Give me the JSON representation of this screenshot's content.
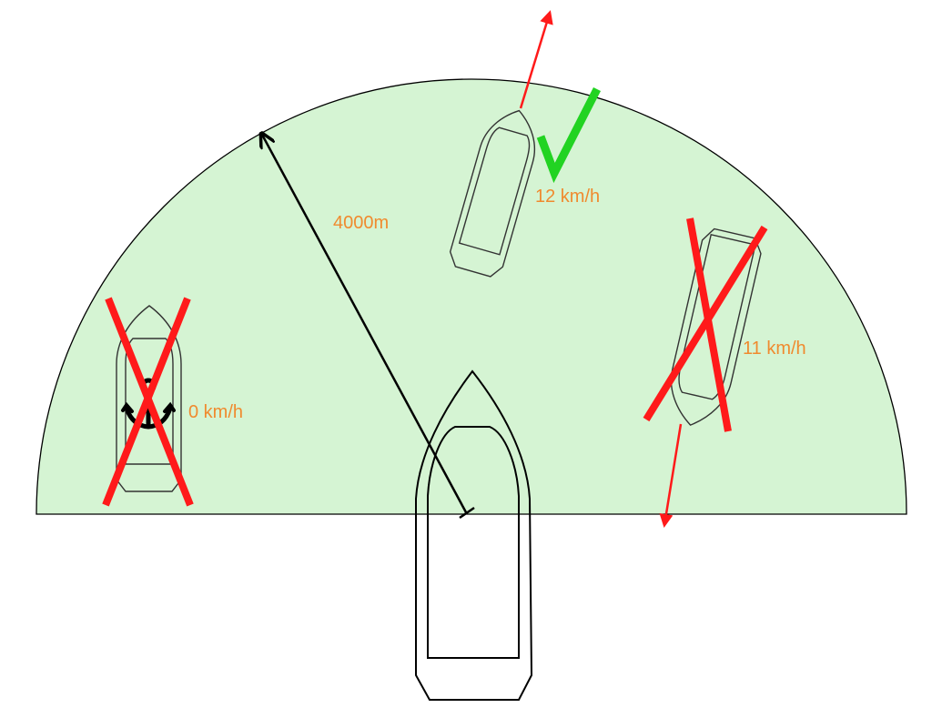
{
  "colors": {
    "zone_fill": "#d5f4d3",
    "outline": "#000000",
    "target_line": "#2b2b2b",
    "vector": "#ff1a1a",
    "reject": "#ff1a1a",
    "accept": "#22d322",
    "label": "#f08a2e"
  },
  "labels": {
    "radius": "4000m",
    "speed_top": "12 km/h",
    "speed_left": "0 km/h",
    "speed_right": "11 km/h"
  },
  "icons": {
    "anchor": "anchor-icon",
    "accept": "check-icon",
    "reject": "cross-icon"
  }
}
